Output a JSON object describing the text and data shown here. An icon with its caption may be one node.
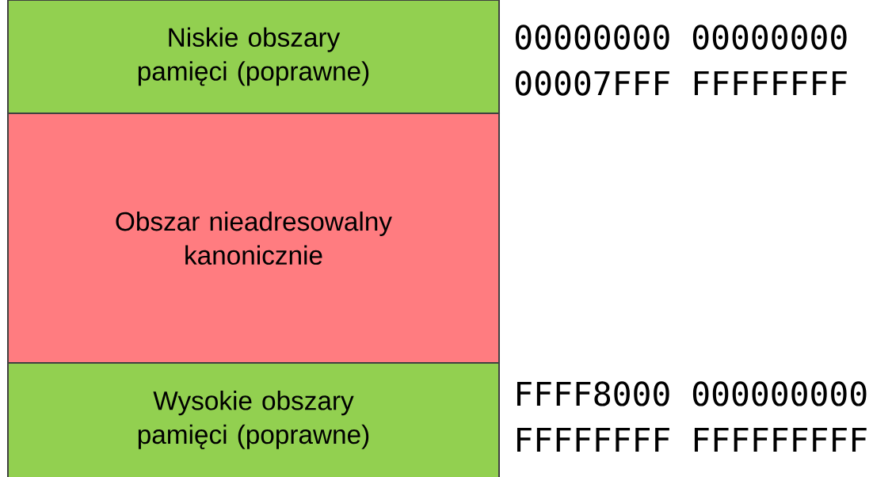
{
  "diagram": {
    "nodes": [
      {
        "text": [
          "Niskie obszary pamięci (poprawne)"
        ],
        "beside": [
          "00000000 00000000",
          "00007FFF FFFFFFFF"
        ]
      },
      {
        "text": [
          "Obszar nieadresowalny kanonicznie"
        ]
      },
      {
        "text": [
          "Wysokie obszary pamięci (poprawne)"
        ],
        "beside": [
          "FFFF8000 000000000",
          "FFFFFFFF FFFFFFFFF"
        ]
      }
    ]
  }
}
